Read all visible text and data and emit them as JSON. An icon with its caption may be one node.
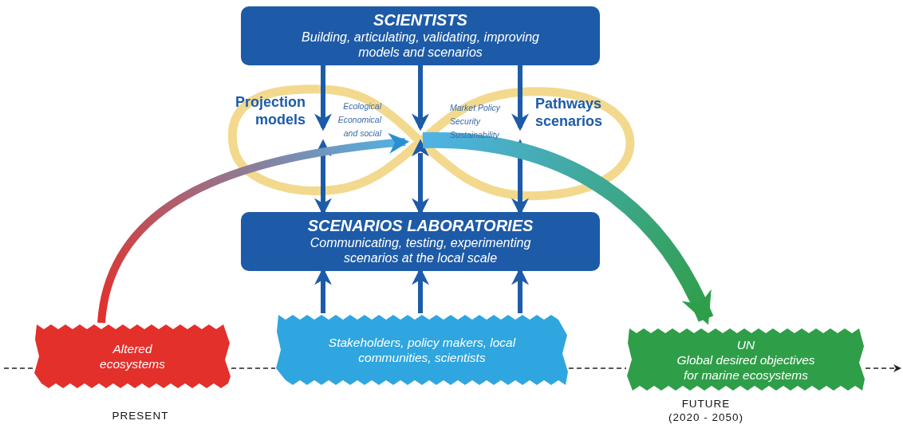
{
  "diagram": {
    "nodes": [
      {
        "text": [
          "SCIENTISTS",
          "Building, articulating, validating, improving models and scenarios"
        ]
      },
      {
        "text": [
          "SCENARIOS LABORATORIES",
          "Communicating, testing, experimenting scenarios at the local scale"
        ]
      },
      {
        "text": [
          "Altered ecosystems"
        ],
        "beside": [
          "PRESENT"
        ]
      },
      {
        "text": [
          "Stakeholders, policy makers, local communities, scientists"
        ]
      },
      {
        "text": [
          "UN",
          "Global desired objectives for marine ecosystems"
        ],
        "beside": [
          "FUTURE (2020 - 2050)"
        ]
      },
      {
        "text": [
          "Projection models",
          "Ecological Economical and social",
          "Market Policy Security Sustainability",
          "Pathways scenarios"
        ]
      }
    ],
    "edges": [
      {
        "from": 0,
        "to": 5,
        "arrow": "to"
      },
      {
        "from": 0,
        "to": 5,
        "arrow": "to"
      },
      {
        "from": 0,
        "to": 5,
        "arrow": "to"
      },
      {
        "from": 5,
        "to": 1,
        "arrow": "both"
      },
      {
        "from": 5,
        "to": 1,
        "arrow": "both"
      },
      {
        "from": 5,
        "to": 1,
        "arrow": "both"
      },
      {
        "from": 3,
        "to": 1,
        "arrow": "to"
      },
      {
        "from": 3,
        "to": 1,
        "arrow": "to"
      },
      {
        "from": 3,
        "to": 1,
        "arrow": "to"
      },
      {
        "from": 2,
        "to": 5,
        "arrow": "to",
        "style": "thick",
        "color": "#e3302b"
      },
      {
        "from": 5,
        "to": 4,
        "arrow": "to",
        "style": "thick",
        "color": "#2f9e48"
      },
      {
        "from": null,
        "to": 2,
        "arrow": "none",
        "style": "dashed",
        "color": "#222222"
      },
      {
        "from": 2,
        "to": 3,
        "arrow": "none",
        "style": "dashed",
        "color": "#222222"
      },
      {
        "from": 3,
        "to": 4,
        "arrow": "none",
        "style": "dashed",
        "color": "#222222"
      },
      {
        "from": 4,
        "to": null,
        "arrow": "to",
        "style": "dashed",
        "color": "#222222"
      }
    ]
  }
}
